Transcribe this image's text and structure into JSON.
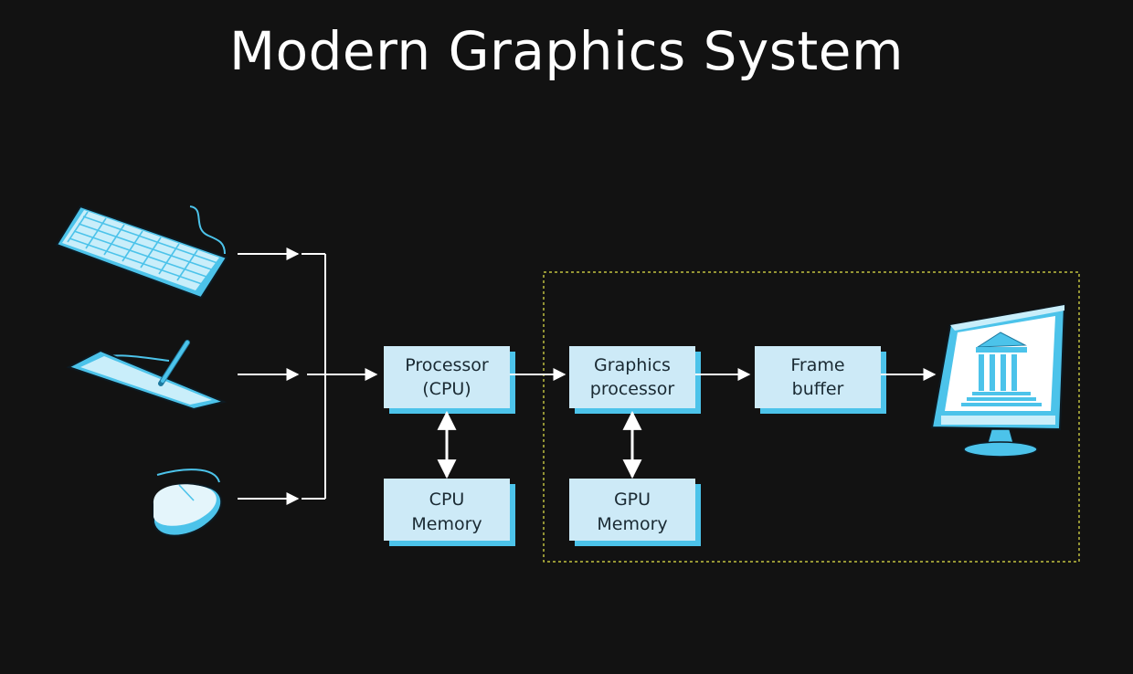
{
  "title": "Modern Graphics System",
  "colors": {
    "background": "#121212",
    "box_fill": "#cdeaf7",
    "box_shadow": "#4cc3ea",
    "device_fill": "#7fd6f2",
    "device_light": "#c9eefa",
    "arrow": "#ffffff",
    "gpu_region_border": "#e6e64a"
  },
  "boxes": {
    "cpu": {
      "line1": "Processor",
      "line2": "(CPU)"
    },
    "gpu": {
      "line1": "Graphics",
      "line2": "processor"
    },
    "framebuffer": {
      "line1": "Frame",
      "line2": "buffer"
    },
    "cpu_memory": {
      "line1": "CPU",
      "line2": "Memory"
    },
    "gpu_memory": {
      "line1": "GPU",
      "line2": "Memory"
    }
  },
  "icons": {
    "keyboard": "keyboard-icon",
    "tablet": "drawing-tablet-icon",
    "mouse": "mouse-icon",
    "monitor": "monitor-icon"
  }
}
